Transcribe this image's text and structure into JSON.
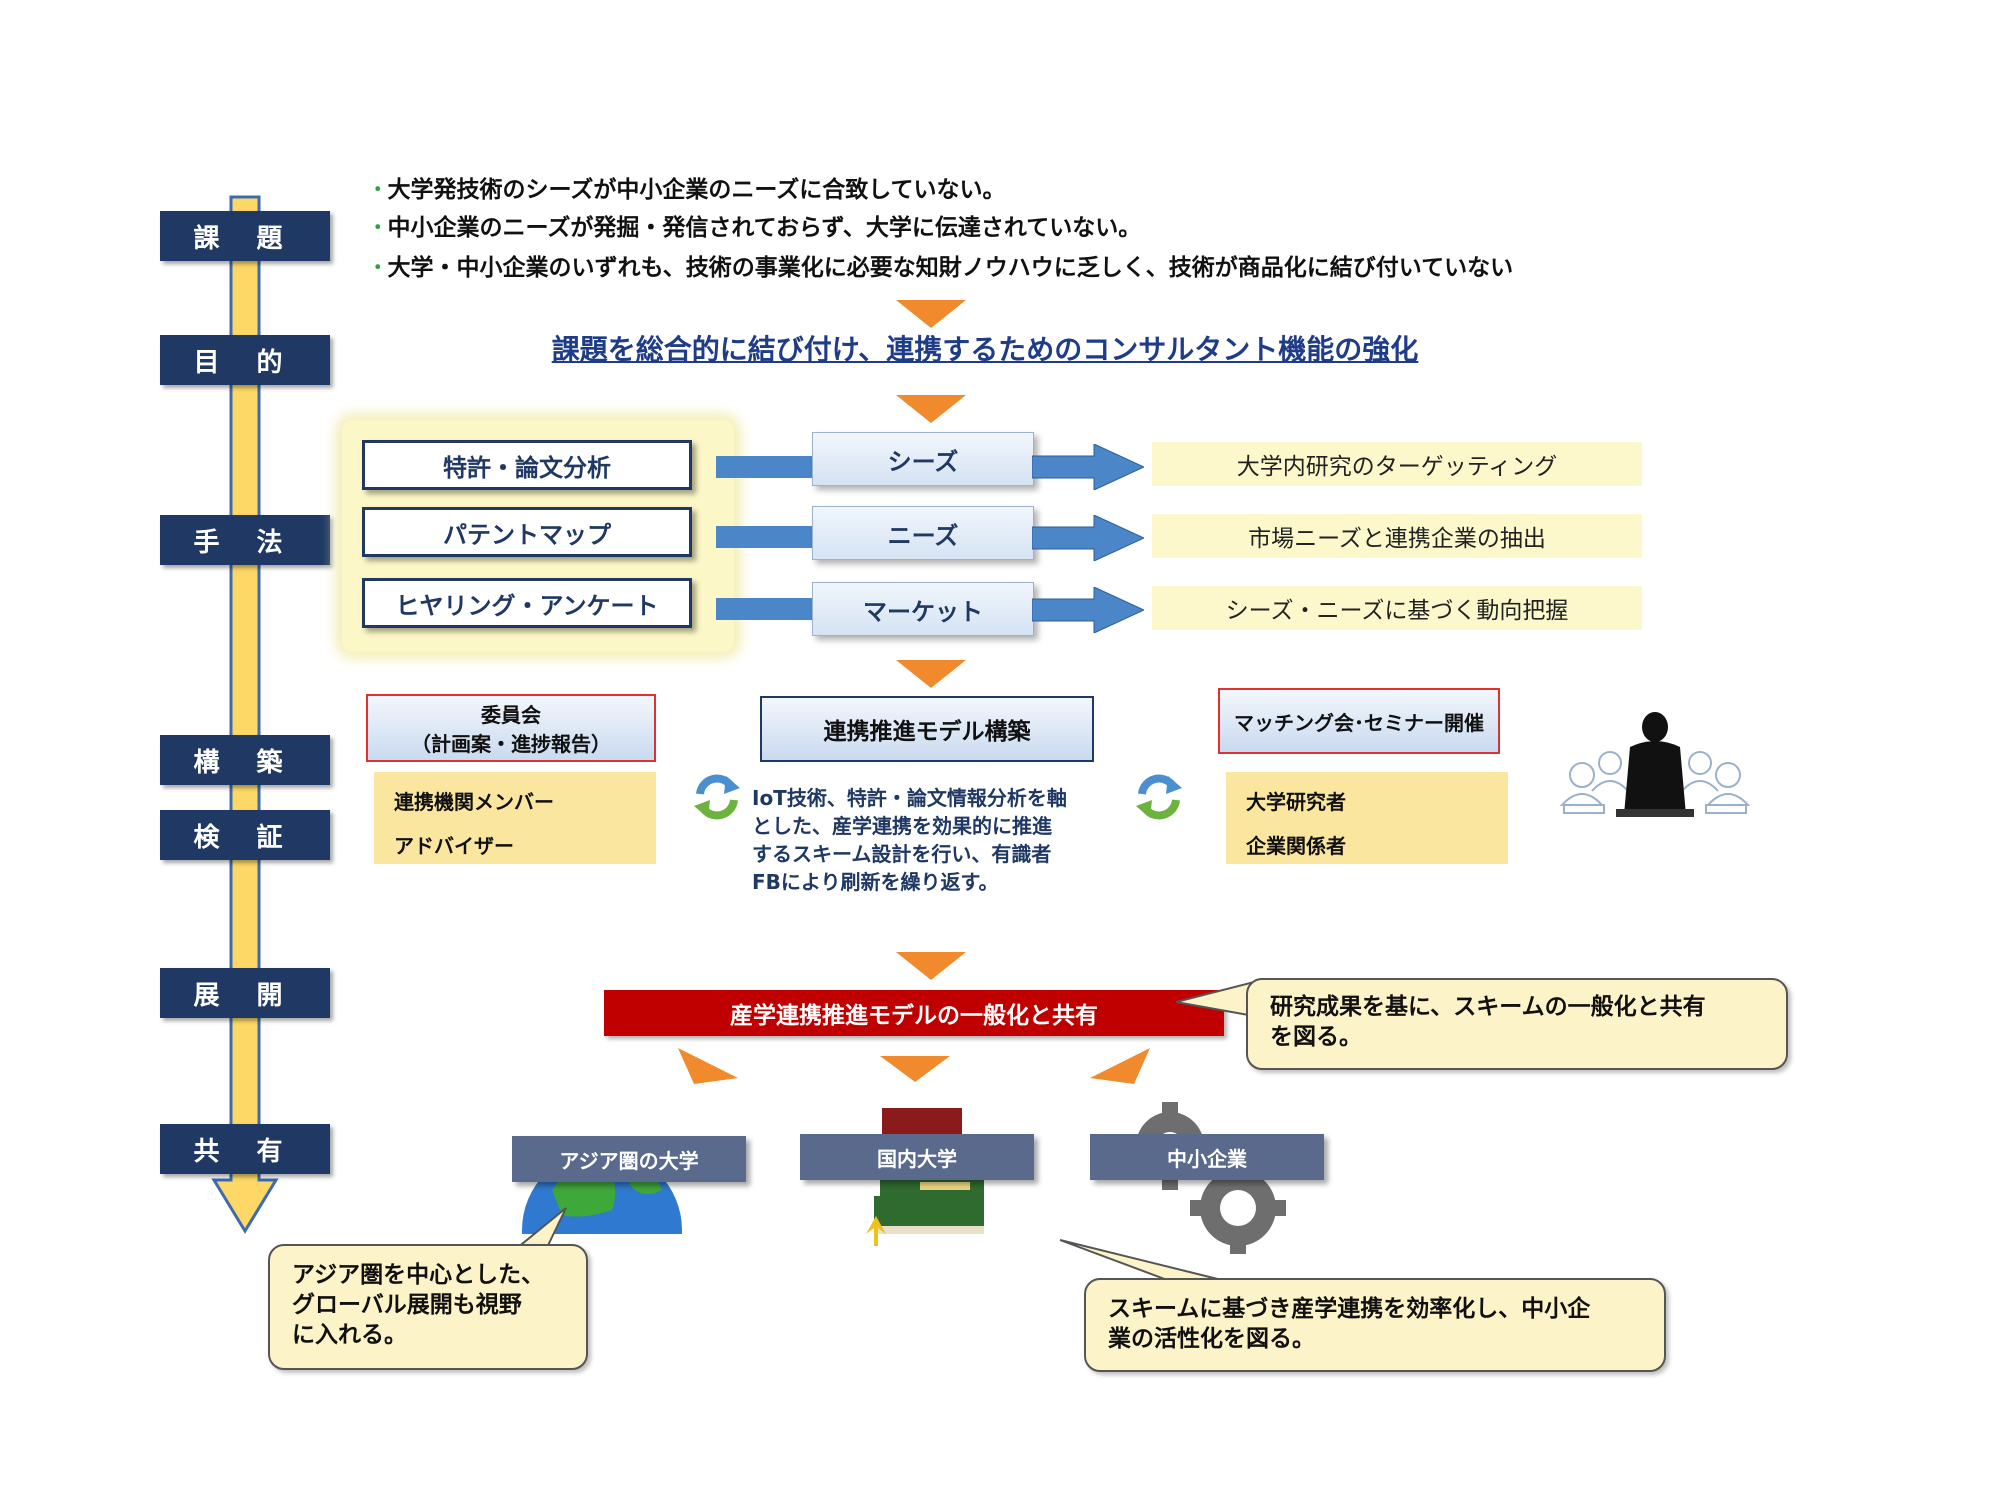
{
  "stages": [
    "課 題",
    "目 的",
    "手 法",
    "構 築",
    "検 証",
    "展 開",
    "共 有"
  ],
  "issues": [
    "大学発技術のシーズが中小企業のニーズに合致していない。",
    "中小企業のニーズが発掘・発信されておらず、大学に伝達されていない。",
    "大学・中小企業のいずれも、技術の事業化に必要な知財ノウハウに乏しく、技術が商品化に結び付いていない"
  ],
  "issue_bullet": "･",
  "purpose": "課題を総合的に結び付け、連携するためのコンサルタント機能の強化",
  "methods": [
    "特許・論文分析",
    "パテントマップ",
    "ヒヤリング・アンケート"
  ],
  "method_targets": [
    "シーズ",
    "ニーズ",
    "マーケット"
  ],
  "method_results": [
    "大学内研究のターゲッティング",
    "市場ニーズと連携企業の抽出",
    "シーズ・ニーズに基づく動向把握"
  ],
  "committee": {
    "title_line1": "委員会",
    "title_line2": "（計画案・進捗報告）",
    "members": [
      "連携機関メンバー",
      "アドバイザー"
    ]
  },
  "model": {
    "title": "連携推進モデル構築",
    "description_lines": [
      "IoT技術、特許・論文情報分析を軸",
      "とした、産学連携を効果的に推進",
      "するスキーム設計を行い、有識者",
      "FBにより刷新を繰り返す。"
    ]
  },
  "matching": {
    "title": "マッチング会･セミナー開催",
    "participants": [
      "大学研究者",
      "企業関係者"
    ]
  },
  "deploy": {
    "banner": "産学連携推進モデルの一般化と共有",
    "callout_lines": [
      "研究成果を基に、スキームの一般化と共有",
      "を図る。"
    ]
  },
  "share_targets": [
    "アジア圏の大学",
    "国内大学",
    "中小企業"
  ],
  "callout_asia_lines": [
    "アジア圏を中心とした、",
    "グローバル展開も視野",
    "に入れる。"
  ],
  "callout_sme_lines": [
    "スキームに基づき産学連携を効率化し、中小企",
    "業の活性化を図る。"
  ],
  "colors": {
    "stage_box": "#1f3864",
    "timeline": "#fdd866",
    "orange_arrow": "#f08a2c",
    "blue_arrow": "#4a86c8",
    "banner_red": "#c00000"
  }
}
